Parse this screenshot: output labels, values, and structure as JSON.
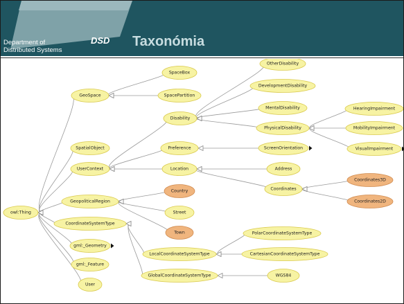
{
  "header": {
    "department": "Department of\nDistributed Systems",
    "logo": "DSD",
    "title": "Taxonómia"
  },
  "colors": {
    "header_bg": "#1f5560",
    "node_fill": "#f7f3a3",
    "node_stroke": "#d9c94a",
    "highlight_fill": "#f0b57e",
    "highlight_stroke": "#d08a4e",
    "edge": "#9a9a9a"
  },
  "nodes": [
    {
      "id": "owl",
      "label": "owl:Thing"
    },
    {
      "id": "geospace",
      "label": "GeoSpace"
    },
    {
      "id": "spacebox",
      "label": "SpaceBox"
    },
    {
      "id": "spacepartition",
      "label": "SpacePartition"
    },
    {
      "id": "spatialobject",
      "label": "SpatialObject"
    },
    {
      "id": "usercontext",
      "label": "UserContext"
    },
    {
      "id": "disability",
      "label": "Disability"
    },
    {
      "id": "otherdisability",
      "label": "OtherDisability"
    },
    {
      "id": "developmentdisability",
      "label": "DevelopmentDisability"
    },
    {
      "id": "mentaldisability",
      "label": "MentalDisability"
    },
    {
      "id": "physicaldisability",
      "label": "PhysicalDisability"
    },
    {
      "id": "hearingimpairment",
      "label": "HearingImpairment"
    },
    {
      "id": "mobilityimpairment",
      "label": "MobilityImpairment"
    },
    {
      "id": "visualimpairment",
      "label": "VisualImpairment"
    },
    {
      "id": "preference",
      "label": "Preference"
    },
    {
      "id": "screenorientation",
      "label": "ScreenOrientation"
    },
    {
      "id": "location",
      "label": "Location"
    },
    {
      "id": "address",
      "label": "Address"
    },
    {
      "id": "coordinates",
      "label": "Coordinates"
    },
    {
      "id": "coordinates3d",
      "label": "Coordinates3D"
    },
    {
      "id": "coordinates2d",
      "label": "Coordinates2D"
    },
    {
      "id": "geopoliticalregion",
      "label": "GeopoliticalRegion"
    },
    {
      "id": "country",
      "label": "Country"
    },
    {
      "id": "street",
      "label": "Street"
    },
    {
      "id": "town",
      "label": "Town"
    },
    {
      "id": "coordinatesystemtype",
      "label": "CoordinateSystemType"
    },
    {
      "id": "localcoordinatesystemtype",
      "label": "LocalCoordinateSystemType"
    },
    {
      "id": "polarcoordinatesystemtype",
      "label": "PolarCoordinateSystemType"
    },
    {
      "id": "cartesiancoordinatesystemtype",
      "label": "CartesianCoordinateSystemType"
    },
    {
      "id": "globalcoordinatesystemtype",
      "label": "GlobalCoordinateSystemType"
    },
    {
      "id": "wgs84",
      "label": "WGS84"
    },
    {
      "id": "gmlgeometry",
      "label": "gml:_Geometry"
    },
    {
      "id": "gmlfeature",
      "label": "gml:_Feature"
    },
    {
      "id": "user",
      "label": "User"
    }
  ],
  "edges": [
    [
      "geospace",
      "owl"
    ],
    [
      "spatialobject",
      "owl"
    ],
    [
      "usercontext",
      "owl"
    ],
    [
      "geopoliticalregion",
      "owl"
    ],
    [
      "coordinatesystemtype",
      "owl"
    ],
    [
      "gmlgeometry",
      "owl"
    ],
    [
      "gmlfeature",
      "owl"
    ],
    [
      "user",
      "owl"
    ],
    [
      "spacebox",
      "geospace"
    ],
    [
      "spacepartition",
      "geospace"
    ],
    [
      "disability",
      "usercontext"
    ],
    [
      "preference",
      "usercontext"
    ],
    [
      "location",
      "usercontext"
    ],
    [
      "otherdisability",
      "disability"
    ],
    [
      "developmentdisability",
      "disability"
    ],
    [
      "mentaldisability",
      "disability"
    ],
    [
      "physicaldisability",
      "disability"
    ],
    [
      "hearingimpairment",
      "physicaldisability"
    ],
    [
      "mobilityimpairment",
      "physicaldisability"
    ],
    [
      "visualimpairment",
      "physicaldisability"
    ],
    [
      "screenorientation",
      "preference"
    ],
    [
      "address",
      "location"
    ],
    [
      "coordinates",
      "location"
    ],
    [
      "coordinates3d",
      "coordinates"
    ],
    [
      "coordinates2d",
      "coordinates"
    ],
    [
      "country",
      "geopoliticalregion"
    ],
    [
      "street",
      "geopoliticalregion"
    ],
    [
      "town",
      "geopoliticalregion"
    ],
    [
      "localcoordinatesystemtype",
      "coordinatesystemtype"
    ],
    [
      "globalcoordinatesystemtype",
      "coordinatesystemtype"
    ],
    [
      "polarcoordinatesystemtype",
      "localcoordinatesystemtype"
    ],
    [
      "cartesiancoordinatesystemtype",
      "localcoordinatesystemtype"
    ],
    [
      "wgs84",
      "globalcoordinatesystemtype"
    ]
  ],
  "highlighted": [
    "country",
    "town",
    "coordinates3d",
    "coordinates2d"
  ],
  "expandable": [
    "screenorientation",
    "visualimpairment",
    "gmlgeometry"
  ]
}
